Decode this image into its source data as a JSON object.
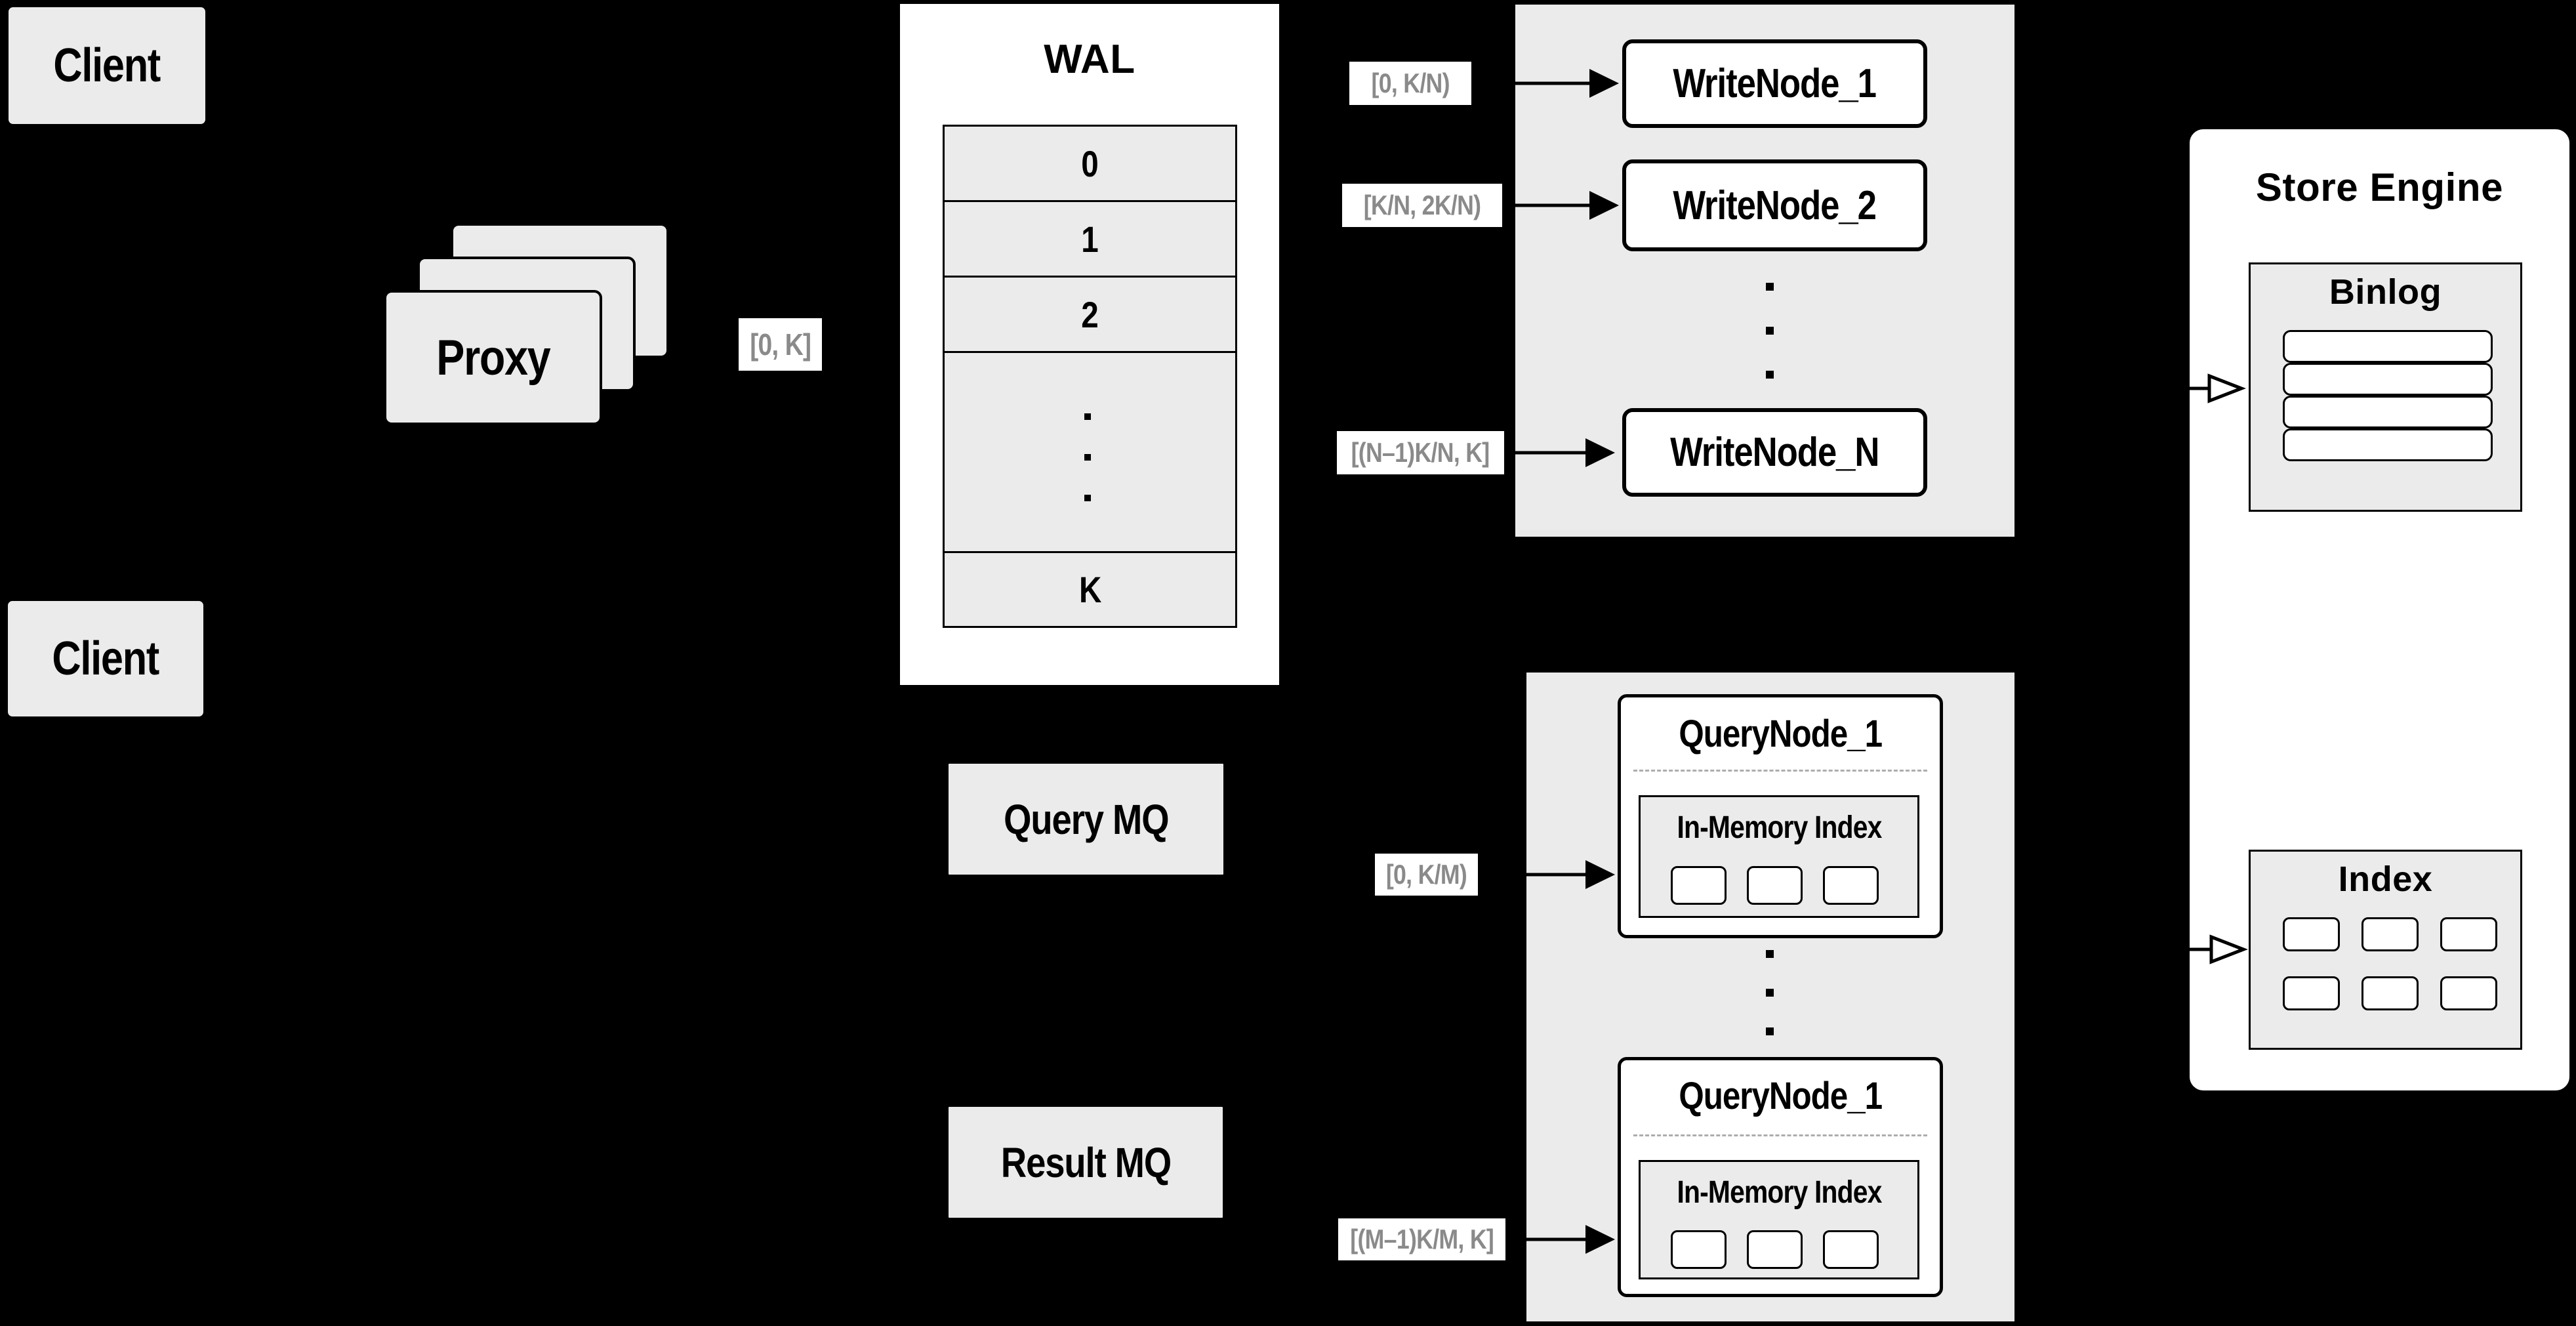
{
  "clients": {
    "client1": "Client",
    "client2": "Client"
  },
  "proxy": {
    "label": "Proxy",
    "range_label": "[0, K]"
  },
  "wal": {
    "title": "WAL",
    "rows": [
      "0",
      "1",
      "2",
      "K"
    ]
  },
  "write_layer": {
    "nodes": [
      {
        "label": "WriteNode_1",
        "range": "[0,  K/N)"
      },
      {
        "label": "WriteNode_2",
        "range": "[K/N, 2K/N)"
      },
      {
        "label": "WriteNode_N",
        "range": "[(N–1)K/N,  K]"
      }
    ]
  },
  "mq": {
    "query": "Query MQ",
    "result": "Result MQ"
  },
  "query_layer": {
    "nodes": [
      {
        "label": "QueryNode_1",
        "index_label": "In-Memory Index",
        "range": "[0, K/M)"
      },
      {
        "label": "QueryNode_1",
        "index_label": "In-Memory Index",
        "range": "[(M–1)K/M, K]"
      }
    ]
  },
  "store_engine": {
    "title": "Store Engine",
    "binlog_title": "Binlog",
    "index_title": "Index"
  },
  "colors": {
    "box_gray": "#ebebeb",
    "label_text": "#8a8a8a",
    "border": "#000000",
    "background": "#000000"
  }
}
